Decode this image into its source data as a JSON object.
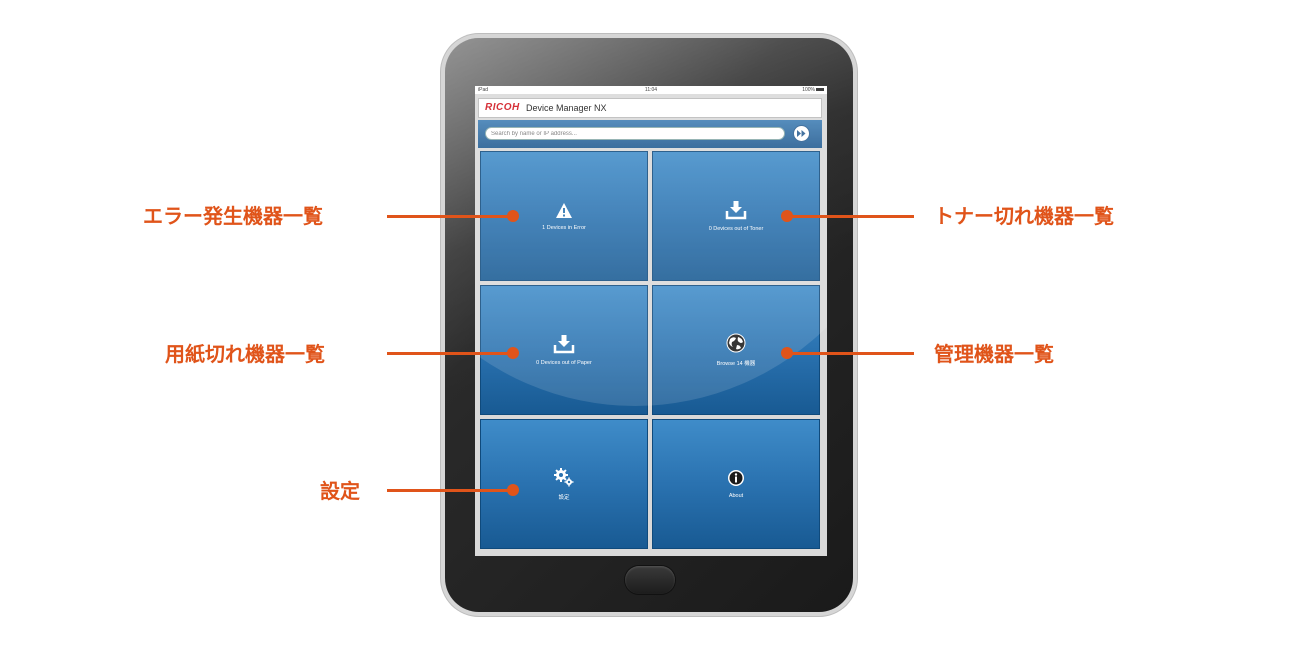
{
  "statusbar": {
    "device": "iPad",
    "time": "11:04",
    "battery": "100%"
  },
  "app": {
    "brand": "RICOH",
    "title": "Device Manager NX",
    "brand_color": "#d0121b"
  },
  "search": {
    "placeholder": "Search by name or IP address..."
  },
  "tiles": [
    {
      "label": "1 Devices in Error",
      "icon": "warning-icon"
    },
    {
      "label": "0 Devices out of Toner",
      "icon": "download-tray-icon"
    },
    {
      "label": "0 Devices out of Paper",
      "icon": "download-tray-icon"
    },
    {
      "label": "Browse 14 機器",
      "icon": "globe-icon"
    },
    {
      "label": "設定",
      "icon": "gears-icon"
    },
    {
      "label": "About",
      "icon": "info-icon"
    }
  ],
  "callouts": {
    "error_list": "エラー発生機器一覧",
    "toner_list": "トナー切れ機器一覧",
    "paper_list": "用紙切れ機器一覧",
    "managed_list": "管理機器一覧",
    "settings": "設定"
  },
  "colors": {
    "accent": "#e0541a",
    "tile": "#2a72b0"
  }
}
